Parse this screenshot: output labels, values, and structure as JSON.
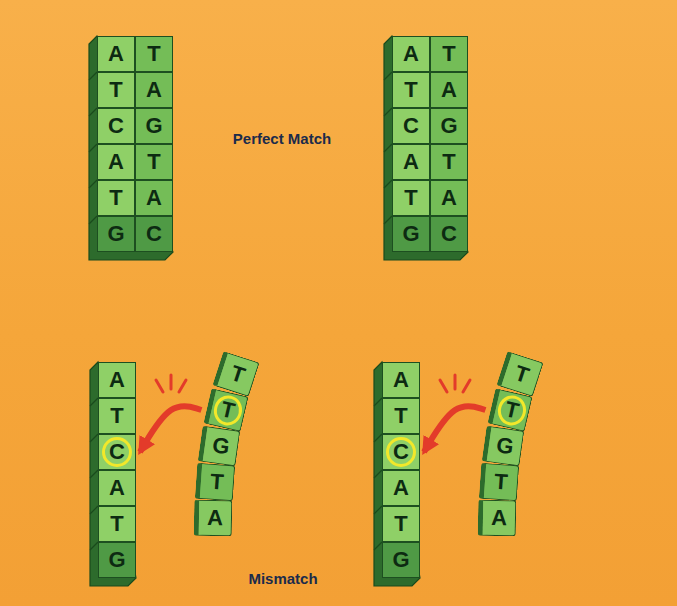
{
  "diagram": {
    "nodes": [
      {
        "text": [
          "A"
        ]
      },
      {
        "text": [
          "T"
        ]
      },
      {
        "text": [
          "T"
        ]
      },
      {
        "text": [
          "A"
        ]
      },
      {
        "text": [
          "C"
        ]
      },
      {
        "text": [
          "G"
        ]
      },
      {
        "text": [
          "A"
        ]
      },
      {
        "text": [
          "T"
        ]
      },
      {
        "text": [
          "T"
        ]
      },
      {
        "text": [
          "A"
        ]
      },
      {
        "text": [
          "G"
        ]
      },
      {
        "text": [
          "C"
        ]
      },
      {
        "text": [
          "A"
        ]
      },
      {
        "text": [
          "T"
        ]
      },
      {
        "text": [
          "T"
        ]
      },
      {
        "text": [
          "A"
        ]
      },
      {
        "text": [
          "C"
        ]
      },
      {
        "text": [
          "G"
        ]
      },
      {
        "text": [
          "A"
        ]
      },
      {
        "text": [
          "T"
        ]
      },
      {
        "text": [
          "T"
        ]
      },
      {
        "text": [
          "A"
        ]
      },
      {
        "text": [
          "G"
        ]
      },
      {
        "text": [
          "C"
        ]
      },
      {
        "text": [
          "A"
        ]
      },
      {
        "text": [
          "T"
        ]
      },
      {
        "text": [
          "C"
        ]
      },
      {
        "text": [
          "A"
        ]
      },
      {
        "text": [
          "T"
        ]
      },
      {
        "text": [
          "G"
        ]
      },
      {
        "text": [
          "T"
        ]
      },
      {
        "text": [
          "T"
        ]
      },
      {
        "text": [
          "G"
        ]
      },
      {
        "text": [
          "T"
        ]
      },
      {
        "text": [
          "A"
        ]
      },
      {
        "text": [
          "A"
        ]
      },
      {
        "text": [
          "T"
        ]
      },
      {
        "text": [
          "C"
        ]
      },
      {
        "text": [
          "A"
        ]
      },
      {
        "text": [
          "T"
        ]
      },
      {
        "text": [
          "G"
        ]
      },
      {
        "text": [
          "T"
        ]
      },
      {
        "text": [
          "T"
        ]
      },
      {
        "text": [
          "G"
        ]
      },
      {
        "text": [
          "T"
        ]
      },
      {
        "text": [
          "A"
        ]
      }
    ],
    "edges": [
      {
        "from": 31,
        "to": 26,
        "arrow": "to"
      },
      {
        "from": 42,
        "to": 37,
        "arrow": "to"
      }
    ],
    "labels": [
      "Perfect Match",
      "Mismatch"
    ]
  }
}
